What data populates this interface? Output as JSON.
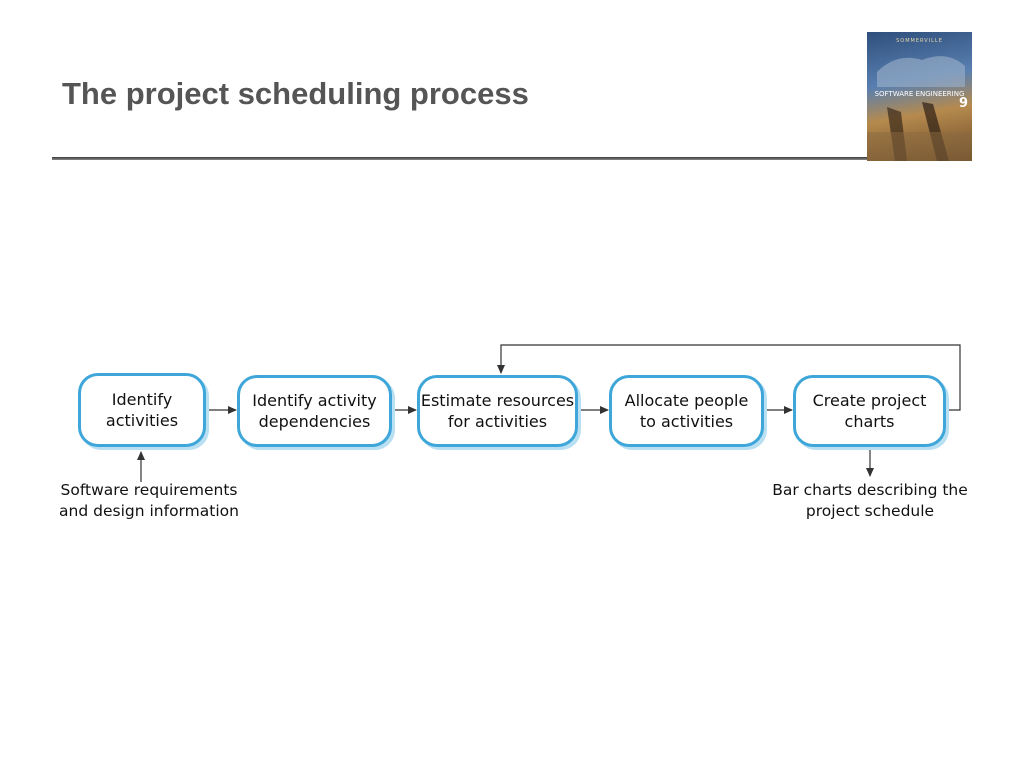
{
  "slide": {
    "title": "The project scheduling process"
  },
  "cover": {
    "author": "SOMMERVILLE",
    "title": "SOFTWARE ENGINEERING",
    "edition": "9"
  },
  "diagram": {
    "steps": [
      {
        "label": "Identify\nactivities"
      },
      {
        "label": "Identify activity\ndependencies"
      },
      {
        "label": "Estimate resources\nfor activities"
      },
      {
        "label": "Allocate people\nto activities"
      },
      {
        "label": "Create project\ncharts"
      }
    ],
    "input_note": "Software requirements\nand design information",
    "output_note": "Bar charts describing the\nproject schedule"
  },
  "colors": {
    "box_border": "#3ea6d8",
    "box_shadow": "#b9dff2",
    "title_text": "#555555",
    "arrow": "#333333"
  }
}
